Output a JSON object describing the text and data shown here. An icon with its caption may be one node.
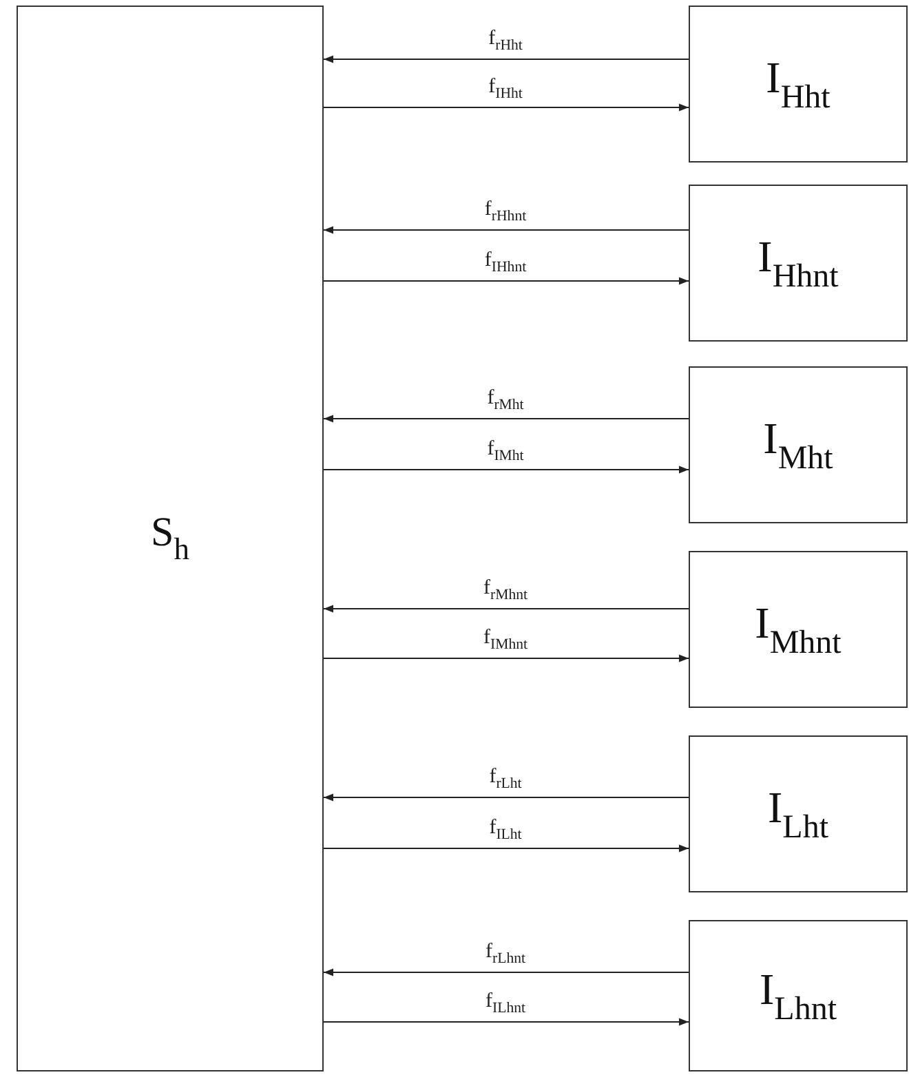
{
  "diagram": {
    "nodes": [
      {
        "text": [
          "S$_{h}$"
        ]
      },
      {
        "text": [
          "I$_{Hht}$"
        ]
      },
      {
        "text": [
          "I$_{Hhnt}$"
        ]
      },
      {
        "text": [
          "I$_{Mht}$"
        ]
      },
      {
        "text": [
          "I$_{Mhnt}$"
        ]
      },
      {
        "text": [
          "I$_{Lht}$"
        ]
      },
      {
        "text": [
          "I$_{Lhnt}$"
        ]
      }
    ],
    "edges": [
      {
        "from": 1,
        "to": 0,
        "arrow": "to",
        "label": "f$_{rHht}$"
      },
      {
        "from": 0,
        "to": 1,
        "arrow": "to",
        "label": "f$_{IHht}$"
      },
      {
        "from": 2,
        "to": 0,
        "arrow": "to",
        "label": "f$_{rHhnt}$"
      },
      {
        "from": 0,
        "to": 2,
        "arrow": "to",
        "label": "f$_{IHhnt}$"
      },
      {
        "from": 3,
        "to": 0,
        "arrow": "to",
        "label": "f$_{rMht}$"
      },
      {
        "from": 0,
        "to": 3,
        "arrow": "to",
        "label": "f$_{IMht}$"
      },
      {
        "from": 4,
        "to": 0,
        "arrow": "to",
        "label": "f$_{rMhnt}$"
      },
      {
        "from": 0,
        "to": 4,
        "arrow": "to",
        "label": "f$_{IMhnt}$"
      },
      {
        "from": 5,
        "to": 0,
        "arrow": "to",
        "label": "f$_{rLht}$"
      },
      {
        "from": 0,
        "to": 5,
        "arrow": "to",
        "label": "f$_{ILht}$"
      },
      {
        "from": 6,
        "to": 0,
        "arrow": "to",
        "label": "f$_{rLhnt}$"
      },
      {
        "from": 0,
        "to": 6,
        "arrow": "to",
        "label": "f$_{ILhnt}$"
      }
    ]
  }
}
